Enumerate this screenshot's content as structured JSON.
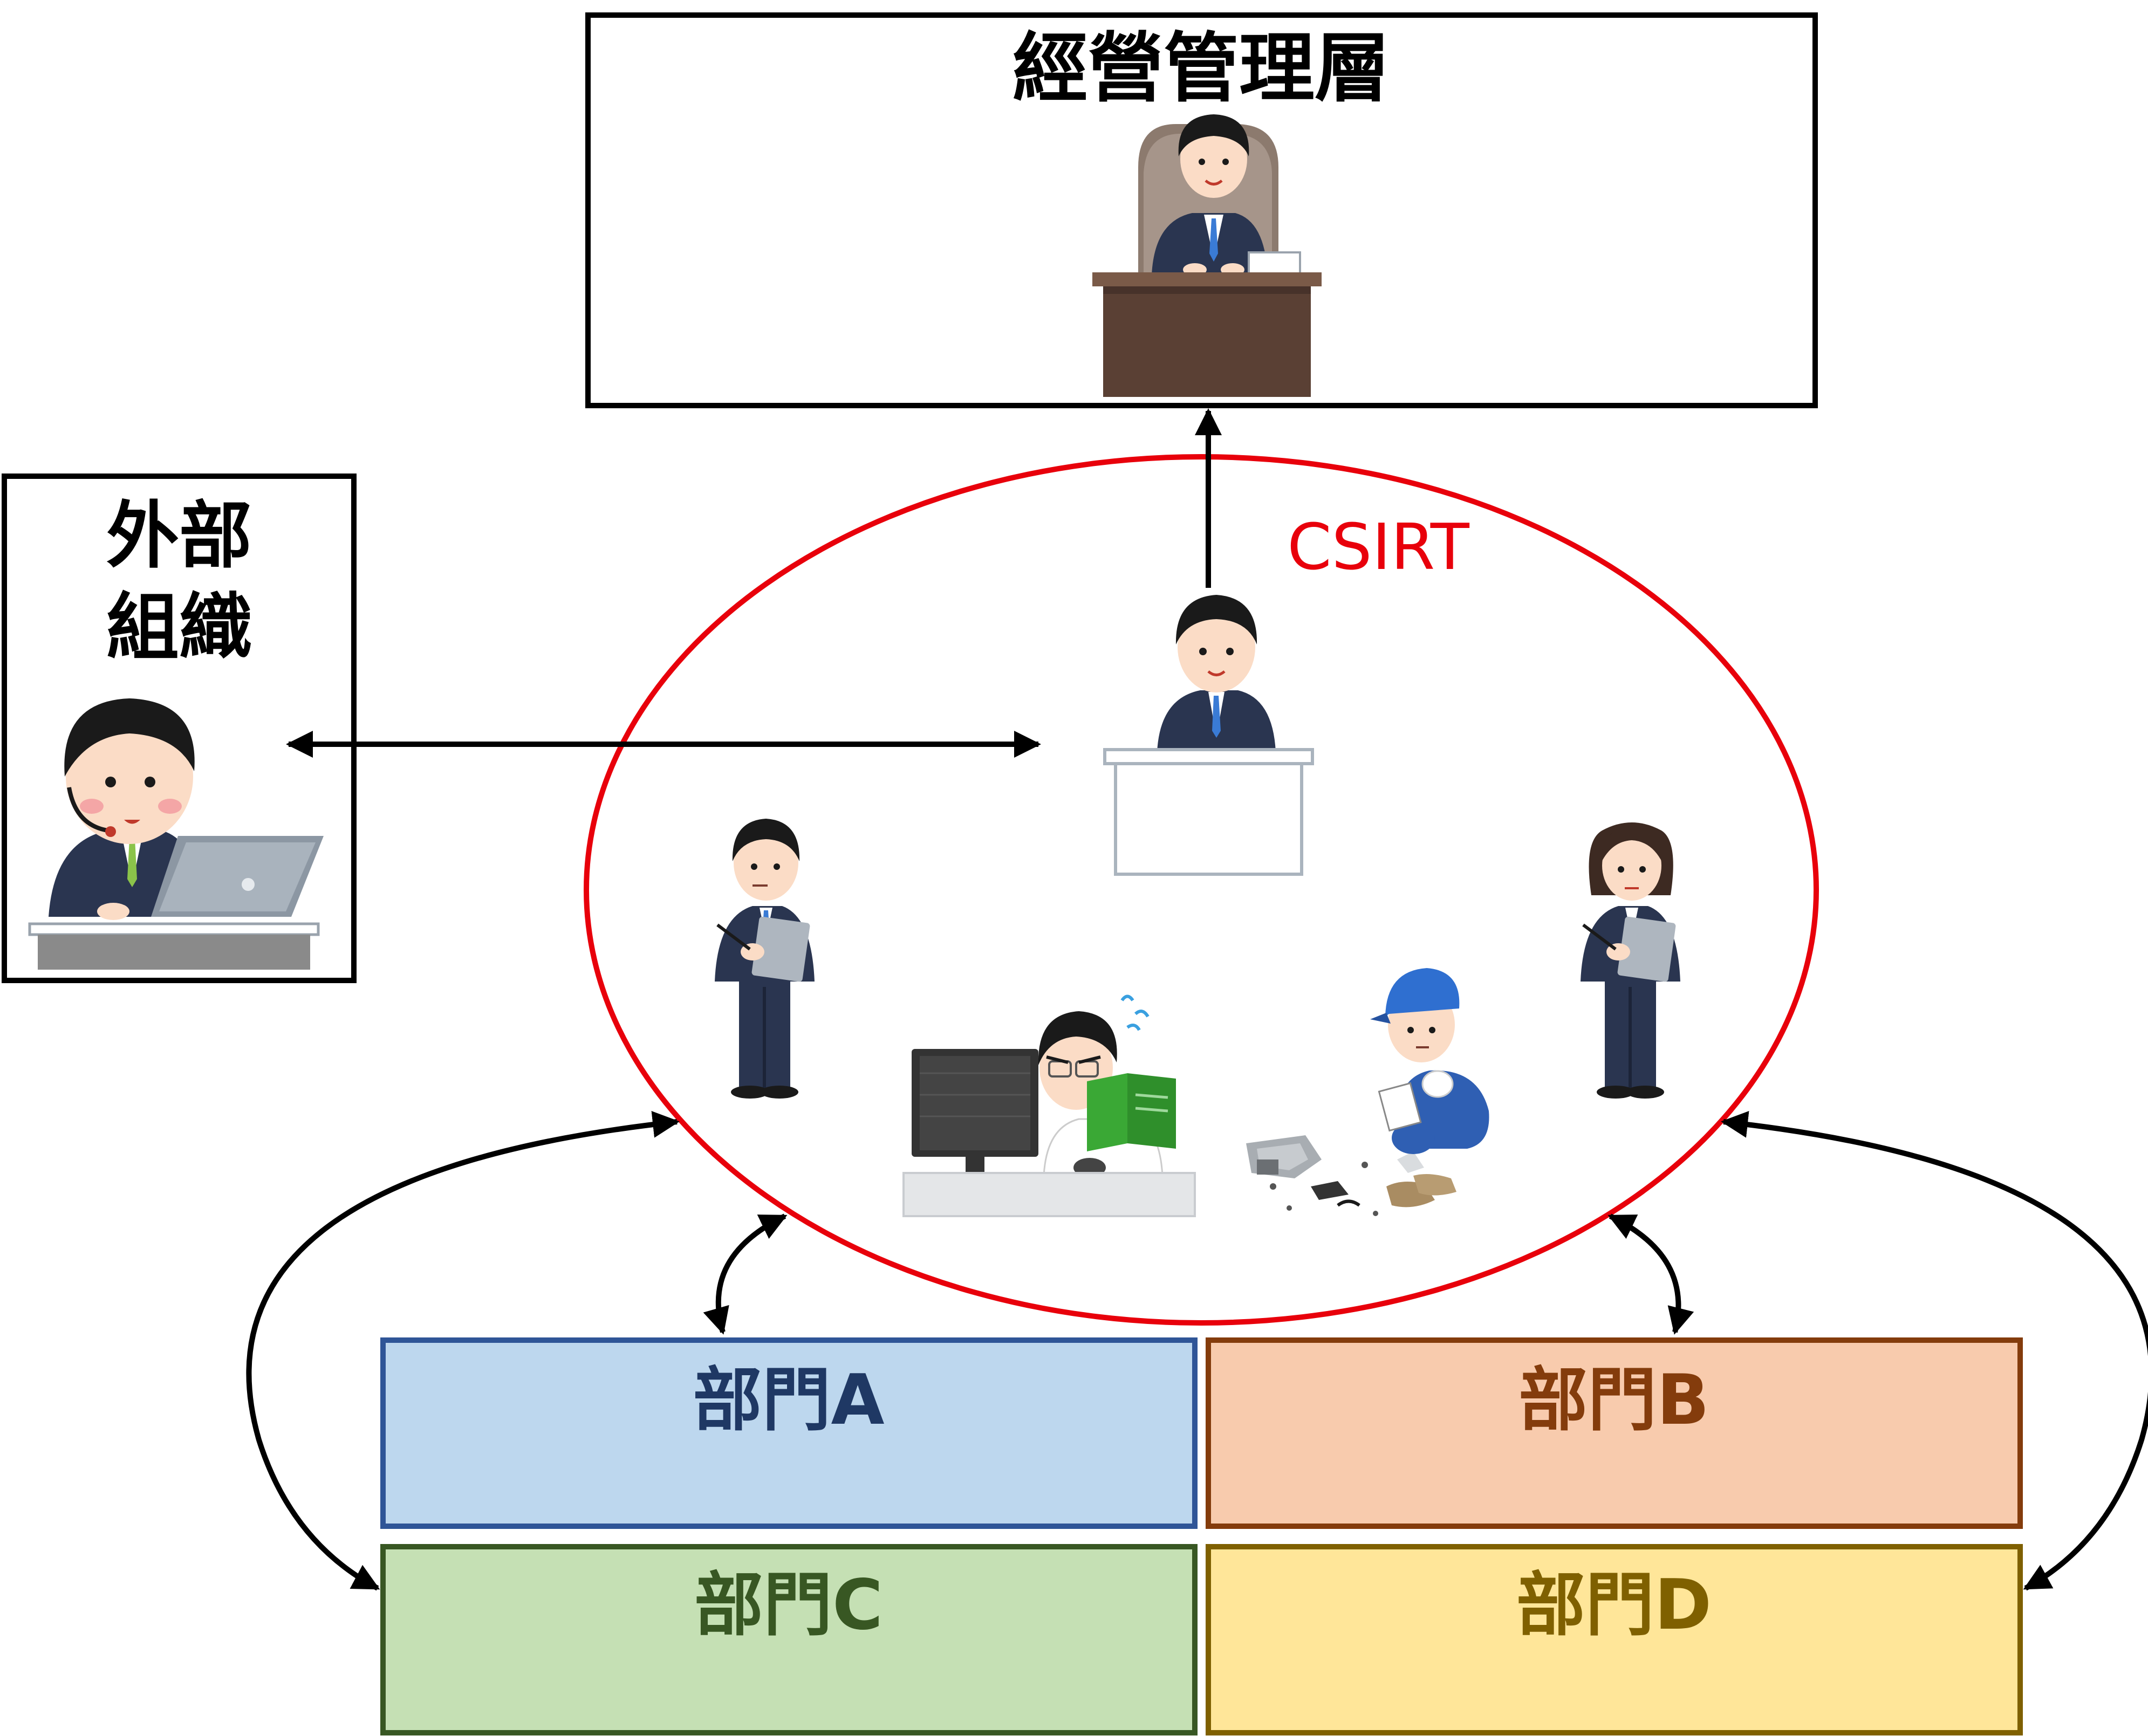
{
  "management": {
    "title": "經營管理層"
  },
  "external": {
    "title_line1": "外部",
    "title_line2": "組織"
  },
  "csirt": {
    "label": "CSIRT"
  },
  "departments": [
    {
      "label": "部門A",
      "fill": "#bdd7ee",
      "border": "#2f5597",
      "text": "#1f3864"
    },
    {
      "label": "部門B",
      "fill": "#f8cbad",
      "border": "#843c0c",
      "text": "#843c0c"
    },
    {
      "label": "部門C",
      "fill": "#c5e0b4",
      "border": "#385723",
      "text": "#385723"
    },
    {
      "label": "部門D",
      "fill": "#ffe699",
      "border": "#7f6000",
      "text": "#7f6000"
    }
  ],
  "colors": {
    "csirt": "#e8000b",
    "arrow": "#000000",
    "suit": "#2a3550",
    "skin": "#fbdcc6",
    "hair": "#1a1a1a",
    "desk_wood": "#5a4034",
    "chair": "#8c7a6e",
    "book": "#3aa835",
    "cap": "#2f6fd0"
  }
}
